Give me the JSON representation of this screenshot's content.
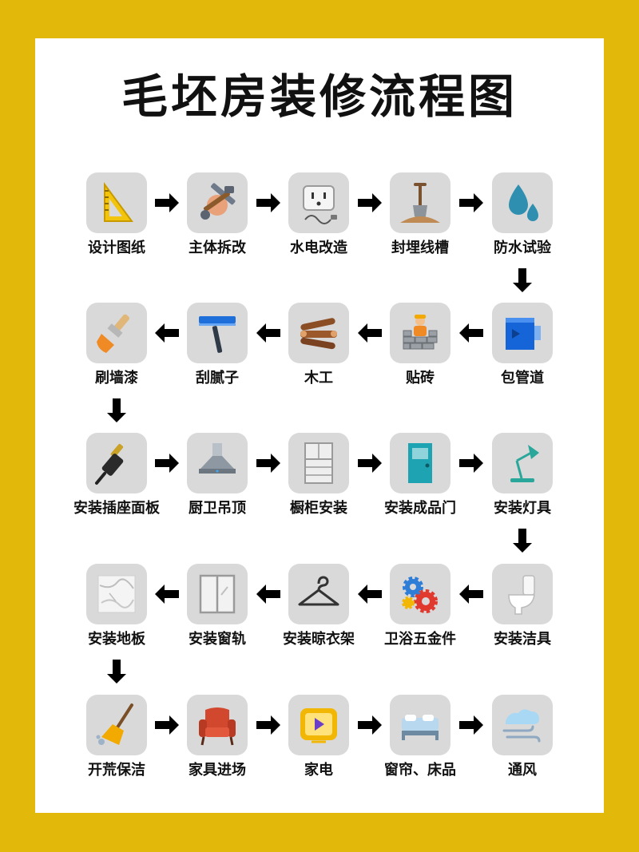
{
  "title": "毛坯房装修流程图",
  "rows": [
    {
      "direction": "right",
      "steps": [
        {
          "label": "设计图纸",
          "icon": "ruler-triangle-icon"
        },
        {
          "label": "主体拆改",
          "icon": "tools-icon"
        },
        {
          "label": "水电改造",
          "icon": "power-outlet-icon"
        },
        {
          "label": "封埋线槽",
          "icon": "shovel-icon"
        },
        {
          "label": "防水试验",
          "icon": "water-drops-icon"
        }
      ]
    },
    {
      "direction": "left",
      "steps": [
        {
          "label": "包管道",
          "icon": "pipe-box-icon"
        },
        {
          "label": "贴砖",
          "icon": "bricklayer-icon"
        },
        {
          "label": "木工",
          "icon": "wood-logs-icon"
        },
        {
          "label": "刮腻子",
          "icon": "squeegee-icon"
        },
        {
          "label": "刷墙漆",
          "icon": "paint-brush-icon"
        }
      ]
    },
    {
      "direction": "right",
      "steps": [
        {
          "label": "安装插座面板",
          "icon": "plug-jack-icon"
        },
        {
          "label": "厨卫吊顶",
          "icon": "range-hood-icon"
        },
        {
          "label": "橱柜安装",
          "icon": "cabinet-icon"
        },
        {
          "label": "安装成品门",
          "icon": "door-icon"
        },
        {
          "label": "安装灯具",
          "icon": "desk-lamp-icon"
        }
      ]
    },
    {
      "direction": "left",
      "steps": [
        {
          "label": "安装洁具",
          "icon": "toilet-icon"
        },
        {
          "label": "卫浴五金件",
          "icon": "gears-icon"
        },
        {
          "label": "安装晾衣架",
          "icon": "clothes-hanger-icon"
        },
        {
          "label": "安装窗轨",
          "icon": "window-icon"
        },
        {
          "label": "安装地板",
          "icon": "marble-floor-icon"
        }
      ]
    },
    {
      "direction": "right",
      "steps": [
        {
          "label": "开荒保洁",
          "icon": "broom-icon"
        },
        {
          "label": "家具进场",
          "icon": "armchair-icon"
        },
        {
          "label": "家电",
          "icon": "tv-icon"
        },
        {
          "label": "窗帘、床品",
          "icon": "bed-icon"
        },
        {
          "label": "通风",
          "icon": "wind-icon"
        }
      ]
    }
  ]
}
